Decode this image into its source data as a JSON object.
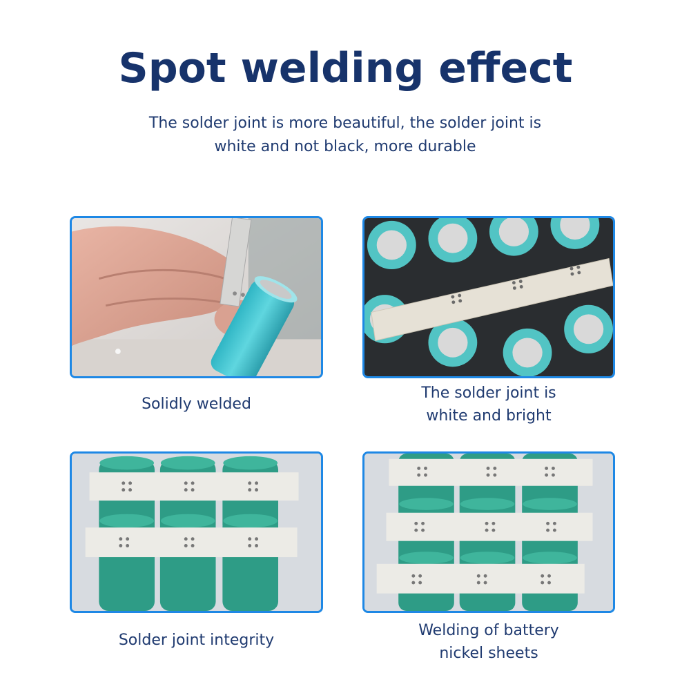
{
  "header": {
    "title": "Spot welding effect",
    "subtitle_line1": "The solder joint is more beautiful, the solder joint is",
    "subtitle_line2": "white and not black, more durable"
  },
  "panels": [
    {
      "caption_line1": "Solidly welded",
      "caption_line2": ""
    },
    {
      "caption_line1": "The solder joint is",
      "caption_line2": "white and bright"
    },
    {
      "caption_line1": "Solder joint integrity",
      "caption_line2": ""
    },
    {
      "caption_line1": "Welding of battery",
      "caption_line2": "nickel sheets"
    }
  ],
  "colors": {
    "title": "#17336b",
    "border": "#1e88e5",
    "cell_green": "#2e9c86",
    "cell_teal": "#4ec9d3",
    "nickel": "#ece9e2"
  }
}
